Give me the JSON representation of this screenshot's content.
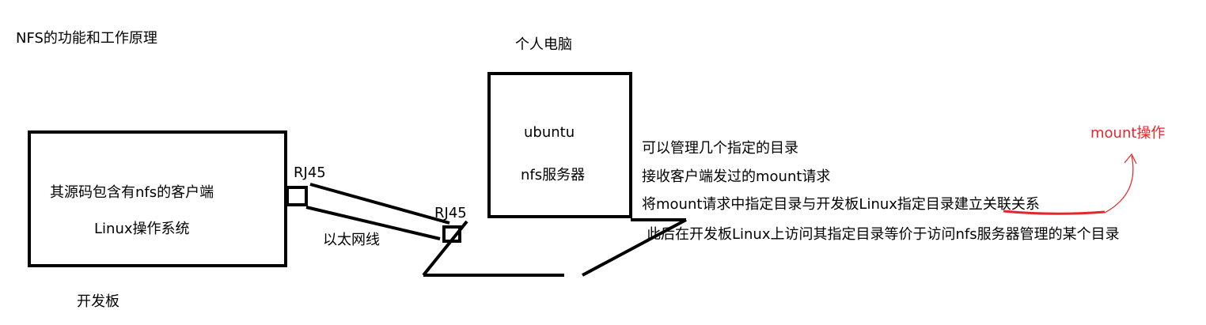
{
  "title": "NFS的功能和工作原理",
  "pc": {
    "caption": "个人电脑",
    "os_label": "ubuntu",
    "server_label": "nfs服务器"
  },
  "board": {
    "client_label": "其源码包含有nfs的客户端",
    "os_label": "Linux操作系统",
    "caption": "开发板"
  },
  "ports": {
    "board_port": "RJ45",
    "pc_port": "RJ45"
  },
  "cable_label": "以太网线",
  "server_functions": [
    "可以管理几个指定的目录",
    "接收客户端发过的mount请求",
    "将mount请求中指定目录与开发板Linux指定目录"
  ],
  "highlight_text": "建立关联关系",
  "annotation": "mount操作",
  "result_text": "此后在开发板Linux上访问其指定目录等价于访问nfs服务器管理的某个目录",
  "colors": {
    "line": "#000000",
    "annotation": "#e0282d"
  }
}
